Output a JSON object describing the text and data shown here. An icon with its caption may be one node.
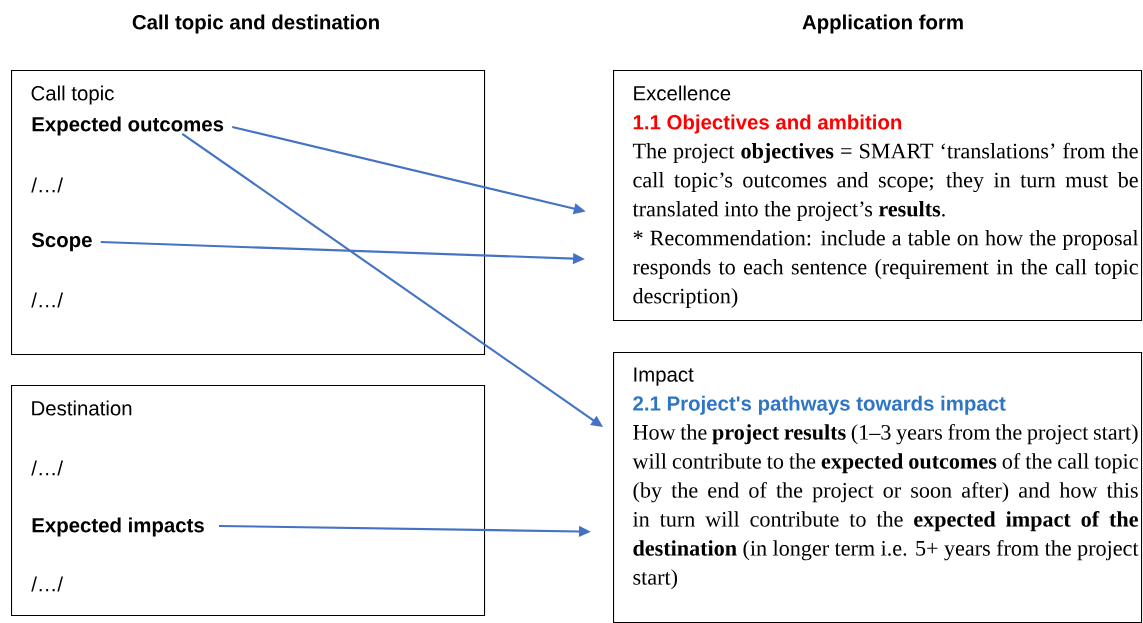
{
  "diagram": {
    "nodes": [
      {
        "text": [
          "Call topic"
        ]
      },
      {
        "text": [
          "Expected outcomes"
        ],
        "in": 0
      },
      {
        "text": [
          "Scope"
        ],
        "in": 0
      },
      {
        "text": [
          "Destination"
        ]
      },
      {
        "text": [
          "Expected impacts"
        ],
        "in": 3
      },
      {
        "text": [
          "Excellence",
          "1.1 Objectives and ambition",
          "The project **objectives** = SMART ‘translations’ from the call topic’s outcomes and scope; they in turn must be translated into the project’s **results**.",
          "* Recommendation: include a table on how the proposal responds to each sentence (requirement in the call topic description)"
        ]
      },
      {
        "text": [
          "Impact",
          "2.1 Project's pathways towards impact",
          "How the **project results** (1–3 years from the project start) will contribute to the **expected outcomes** of the call topic (by the end of the project or soon after) and how this in turn will contribute to the **expected impact of the destination** (in longer term i.e. 5+ years from the project start)"
        ]
      }
    ],
    "edges": [
      {
        "from": 1,
        "to": 5,
        "arrow": "to"
      },
      {
        "from": 1,
        "to": 6,
        "arrow": "to"
      },
      {
        "from": 2,
        "to": 5,
        "arrow": "to"
      },
      {
        "from": 4,
        "to": 6,
        "arrow": "to"
      }
    ],
    "labels": [
      "Call topic and destination",
      "Application form",
      "/…/",
      "/…/",
      "/…/",
      "/…/"
    ]
  }
}
